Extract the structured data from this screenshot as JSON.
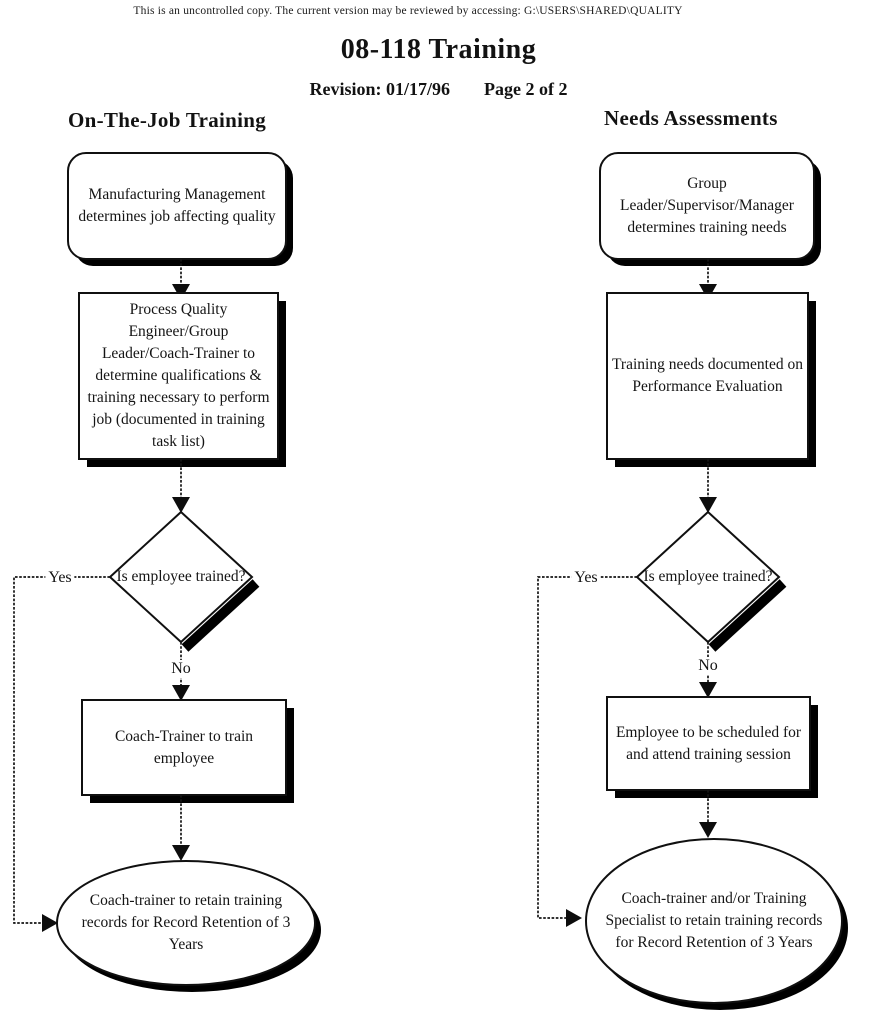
{
  "header": {
    "disclaimer": "This is an uncontrolled copy.  The current version may be reviewed by accessing:  G:\\USERS\\SHARED\\QUALITY",
    "title": "08-118 Training",
    "revision_label": "Revision:  01/17/96",
    "page_label": "Page 2 of 2"
  },
  "left_flow": {
    "heading": "On-The-Job Training",
    "step1": "Manufacturing Management determines job affecting quality",
    "step2": "Process Quality Engineer/Group Leader/Coach-Trainer to determine qualifications & training necessary to perform job (documented in training task list)",
    "decision": "Is employee trained?",
    "yes_label": "Yes",
    "no_label": "No",
    "step3": "Coach-Trainer to train employee",
    "terminal": "Coach-trainer to retain training records for Record Retention of 3 Years"
  },
  "right_flow": {
    "heading": "Needs Assessments",
    "step1": "Group Leader/Supervisor/Manager determines training needs",
    "step2": "Training needs documented on Performance Evaluation",
    "decision": "Is employee trained?",
    "yes_label": "Yes",
    "no_label": "No",
    "step3": "Employee to be scheduled for and attend training session",
    "terminal": "Coach-trainer and/or Training Specialist to retain training records for Record Retention of 3 Years"
  }
}
